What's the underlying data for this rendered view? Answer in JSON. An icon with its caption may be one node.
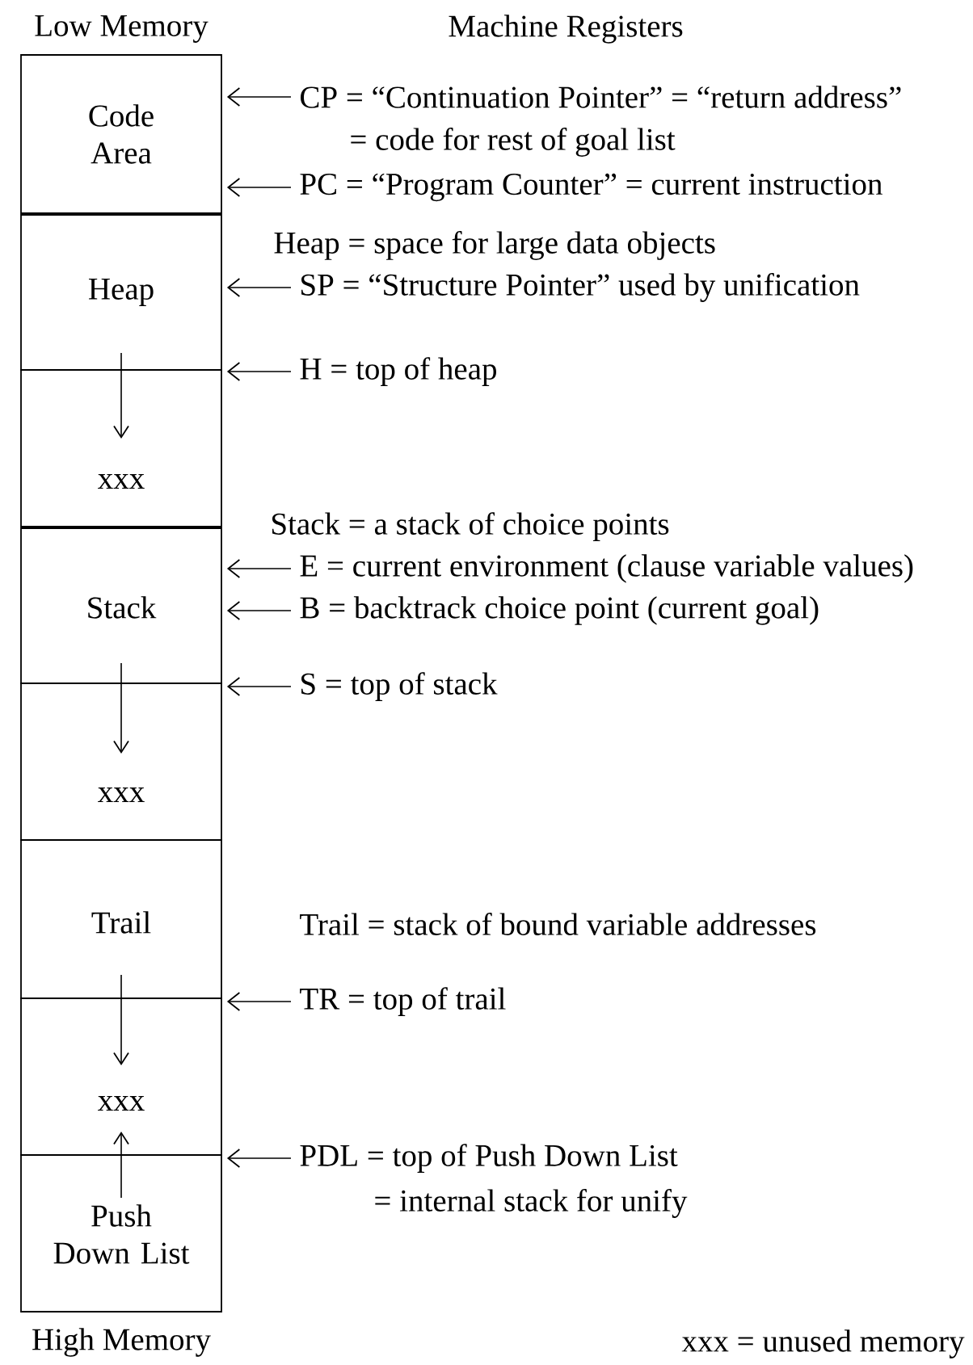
{
  "diagram": {
    "nodes": [
      {
        "text": [
          "Code Area"
        ]
      },
      {
        "text": [
          "Heap"
        ]
      },
      {
        "text": [
          "xxx"
        ]
      },
      {
        "text": [
          "Stack"
        ]
      },
      {
        "text": [
          "xxx"
        ]
      },
      {
        "text": [
          "Trail"
        ]
      },
      {
        "text": [
          "xxx"
        ]
      },
      {
        "text": [
          "Push Down List"
        ]
      },
      {
        "text": [
          "CP = “Continuation Pointer” = “return address”",
          "= code for rest of goal list"
        ]
      },
      {
        "text": [
          "PC = “Program Counter” = current instruction"
        ]
      },
      {
        "text": [
          "SP = “Structure Pointer” used by unification"
        ]
      },
      {
        "text": [
          "H = top of heap"
        ]
      },
      {
        "text": [
          "E = current environment (clause variable values)"
        ]
      },
      {
        "text": [
          "B = backtrack choice point (current goal)"
        ]
      },
      {
        "text": [
          "S = top of stack"
        ]
      },
      {
        "text": [
          "TR = top of trail"
        ]
      },
      {
        "text": [
          "PDL = top of Push Down List",
          "= internal stack for unify"
        ]
      }
    ],
    "edges": [
      {
        "from": 8,
        "to": 0,
        "arrow": "to"
      },
      {
        "from": 9,
        "to": 0,
        "arrow": "to"
      },
      {
        "from": 10,
        "to": 1,
        "arrow": "to"
      },
      {
        "from": 11,
        "to": 1,
        "arrow": "to"
      },
      {
        "from": 12,
        "to": 3,
        "arrow": "to"
      },
      {
        "from": 13,
        "to": 3,
        "arrow": "to"
      },
      {
        "from": 14,
        "to": 3,
        "arrow": "to"
      },
      {
        "from": 15,
        "to": 5,
        "arrow": "to"
      },
      {
        "from": 16,
        "to": 7,
        "arrow": "to"
      },
      {
        "from": 1,
        "to": 2,
        "arrow": "to"
      },
      {
        "from": 3,
        "to": 4,
        "arrow": "to"
      },
      {
        "from": 5,
        "to": 6,
        "arrow": "to"
      },
      {
        "from": 7,
        "to": 6,
        "arrow": "to"
      }
    ],
    "labels": [
      "Low Memory",
      "Machine Registers",
      "Heap = space for large data objects",
      "Stack = a stack of choice points",
      "Trail = stack of bound variable addresses",
      "High Memory",
      "xxx = unused memory"
    ]
  }
}
